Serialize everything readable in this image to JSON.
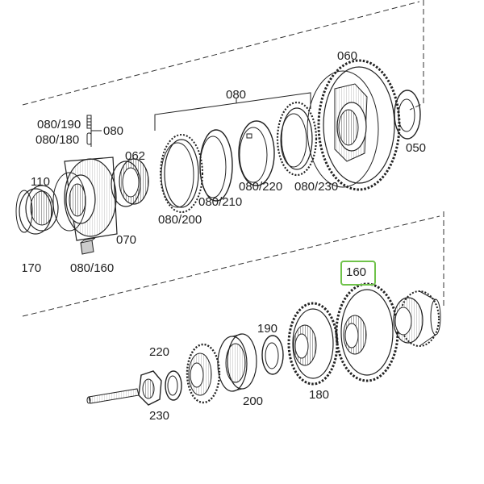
{
  "highlight_color": "#6fc24a",
  "labels": {
    "p060": "060",
    "p080": "080",
    "p080_190": "080/190",
    "p080_180": "080/180",
    "p080_side": "080",
    "p062": "062",
    "p110": "110",
    "p050": "050",
    "p080_210": "080/210",
    "p080_220": "080/220",
    "p080_230": "080/230",
    "p080_200": "080/200",
    "p070": "070",
    "p170": "170",
    "p080_160": "080/160",
    "p160": "160",
    "p190": "190",
    "p220": "220",
    "p200": "200",
    "p180": "180",
    "p230": "230"
  }
}
